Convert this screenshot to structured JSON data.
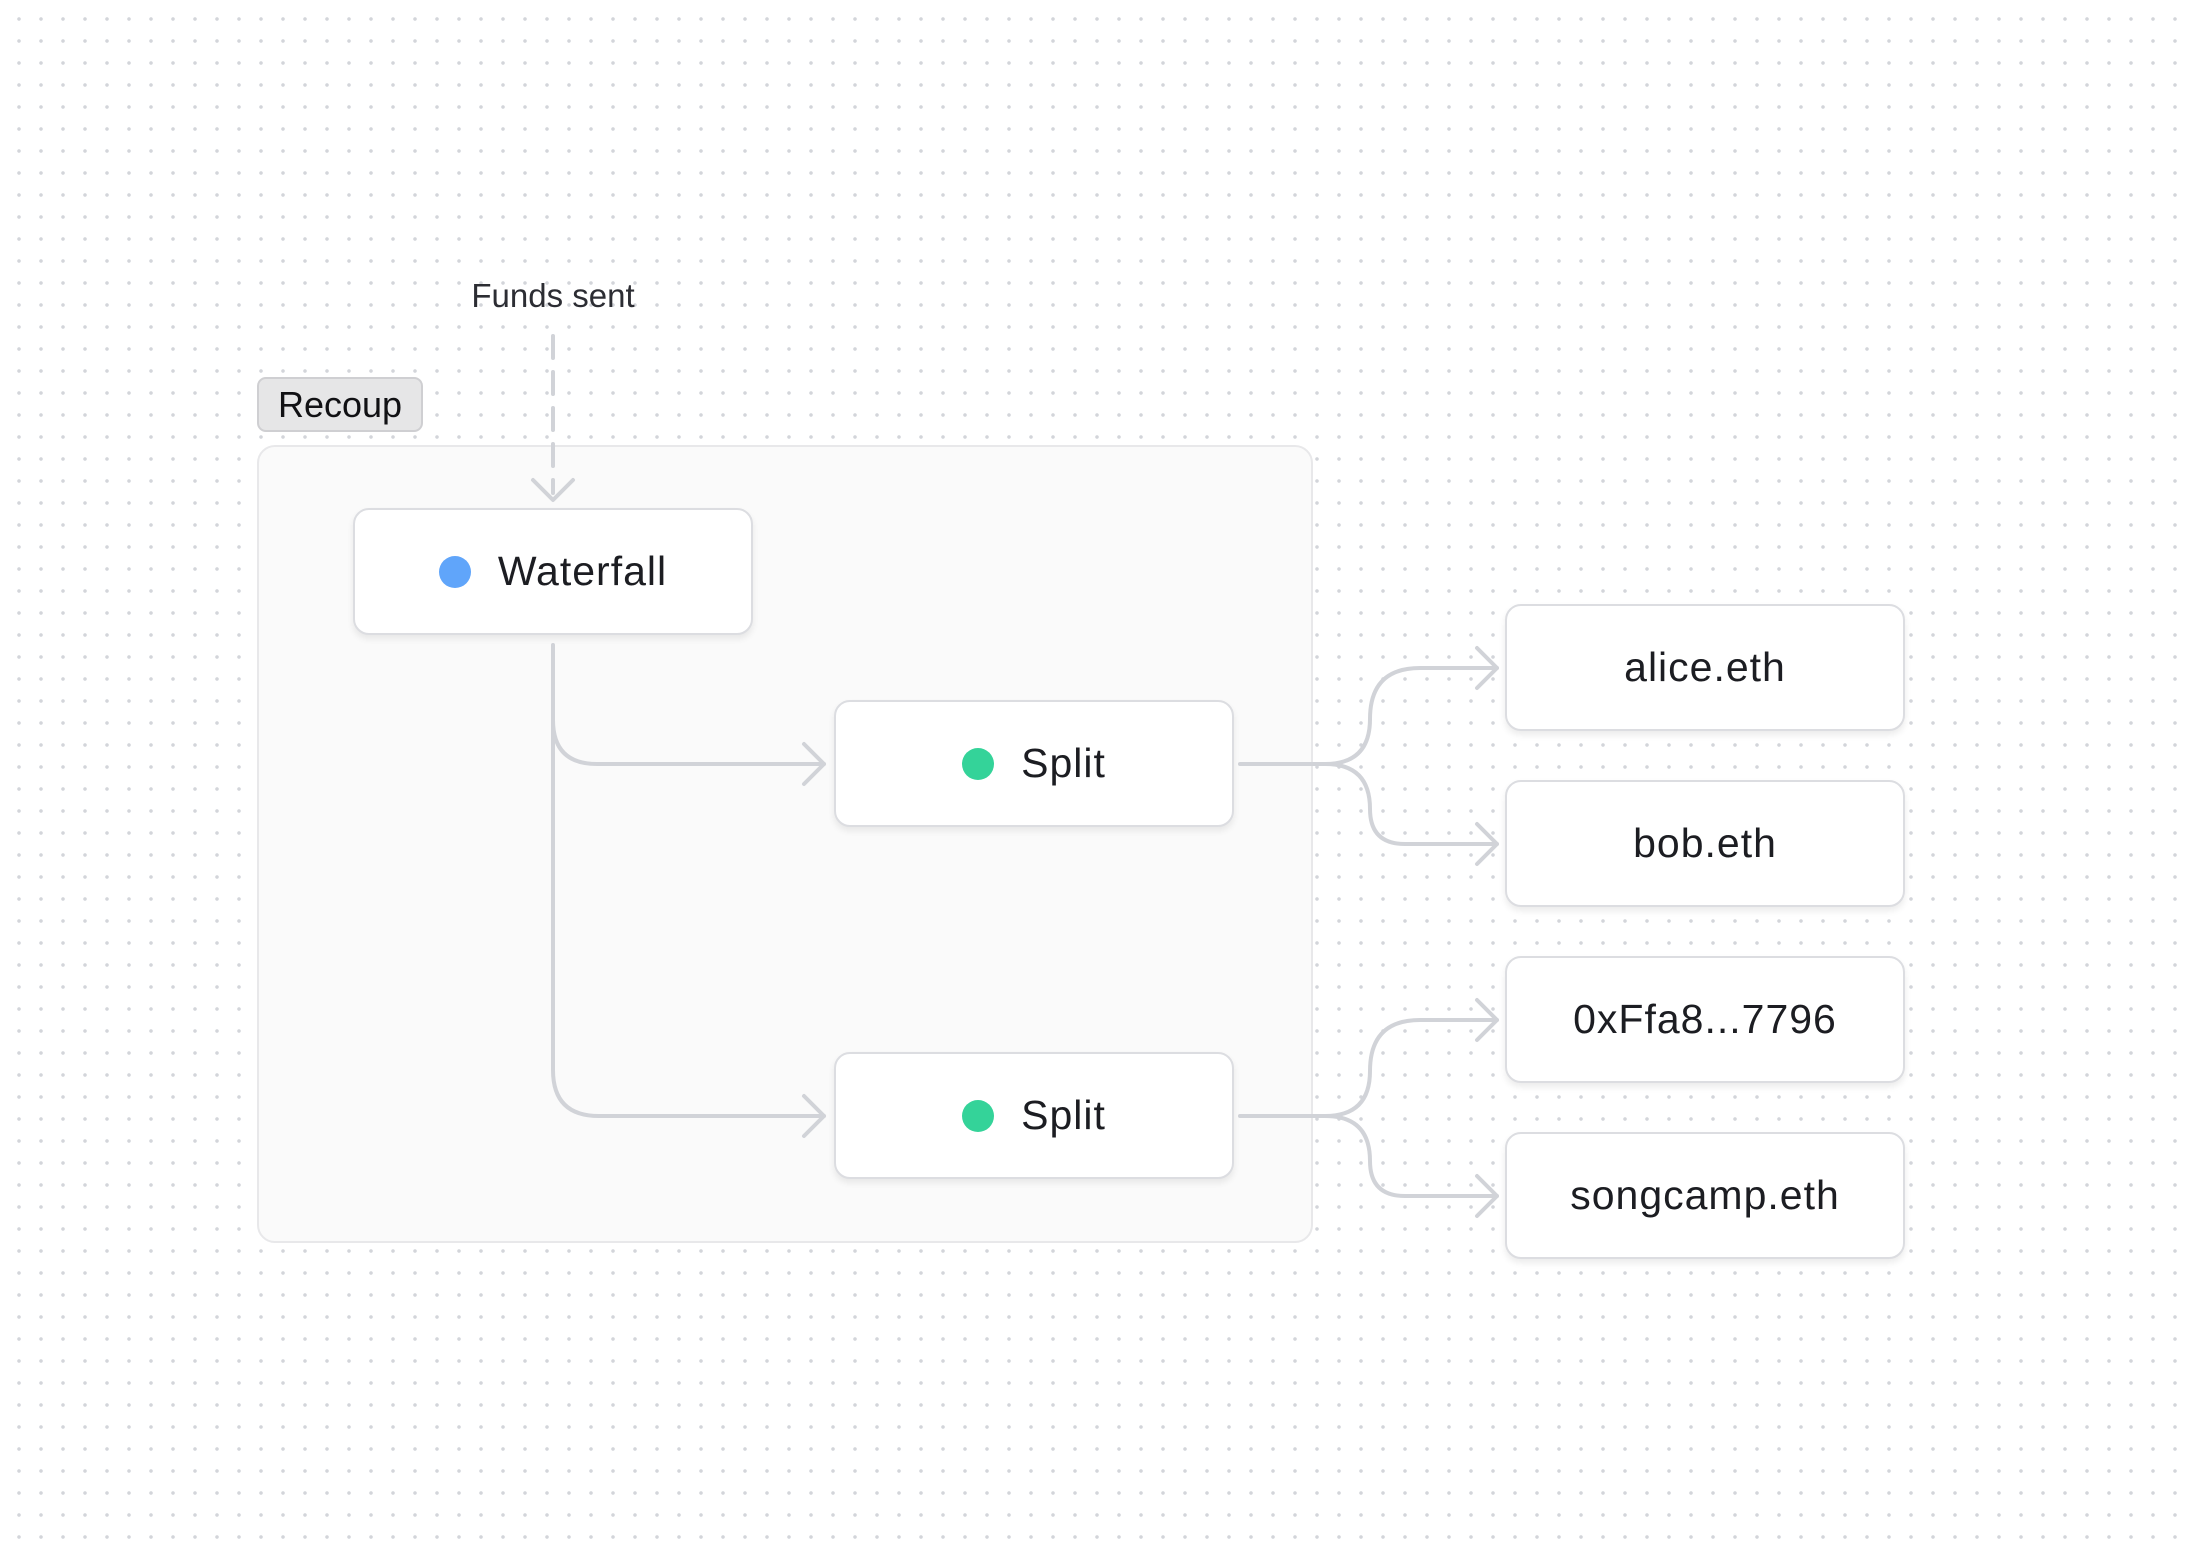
{
  "canvas": {
    "funds_label": "Funds sent",
    "group": {
      "label": "Recoup"
    },
    "nodes": {
      "waterfall": {
        "label": "Waterfall",
        "status_color": "#60a5fa"
      },
      "split_1": {
        "label": "Split",
        "status_color": "#34d399"
      },
      "split_2": {
        "label": "Split",
        "status_color": "#34d399"
      }
    },
    "recipients": [
      {
        "label": "alice.eth"
      },
      {
        "label": "bob.eth"
      },
      {
        "label": "0xFfa8...7796"
      },
      {
        "label": "songcamp.eth"
      }
    ]
  },
  "colors": {
    "connector": "#d1d3d8",
    "group_background": "#fafafa",
    "canvas_dots": "#d3d5da"
  }
}
